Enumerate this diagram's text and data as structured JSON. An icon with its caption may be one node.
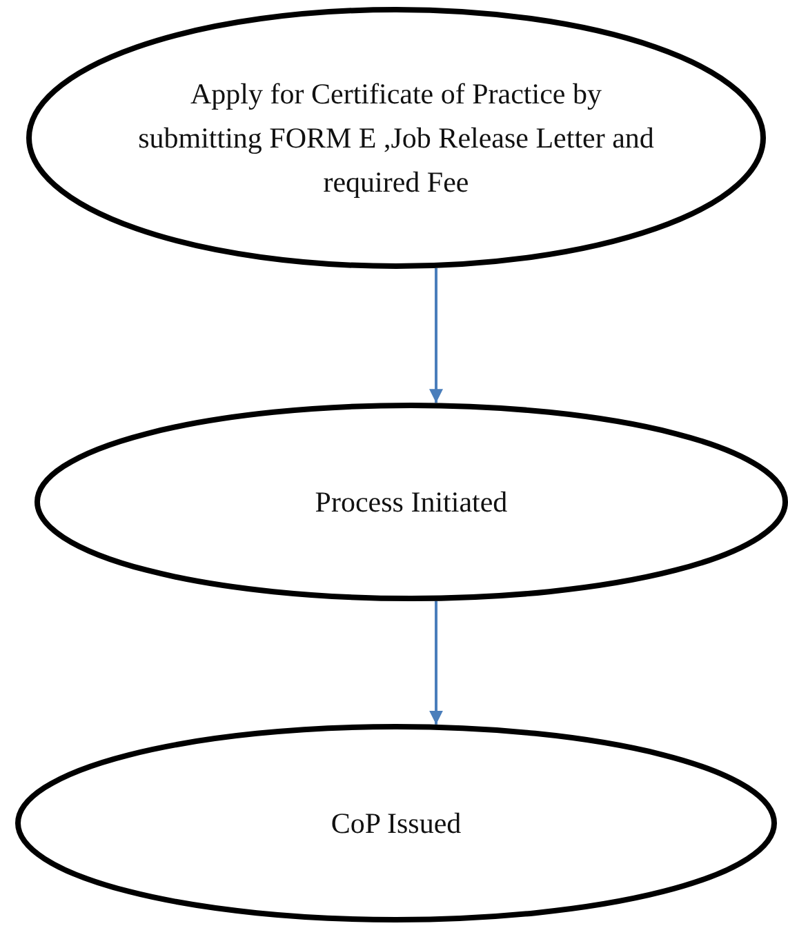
{
  "diagram": {
    "nodes": [
      {
        "text": [
          "Apply for Certificate of Practice by submitting FORM E ,Job Release Letter and required Fee"
        ]
      },
      {
        "text": [
          "Process Initiated"
        ]
      },
      {
        "text": [
          "CoP Issued"
        ]
      }
    ],
    "edges": [
      {
        "from": 0,
        "to": 1,
        "arrow": "to"
      },
      {
        "from": 1,
        "to": 2,
        "arrow": "to"
      }
    ]
  }
}
